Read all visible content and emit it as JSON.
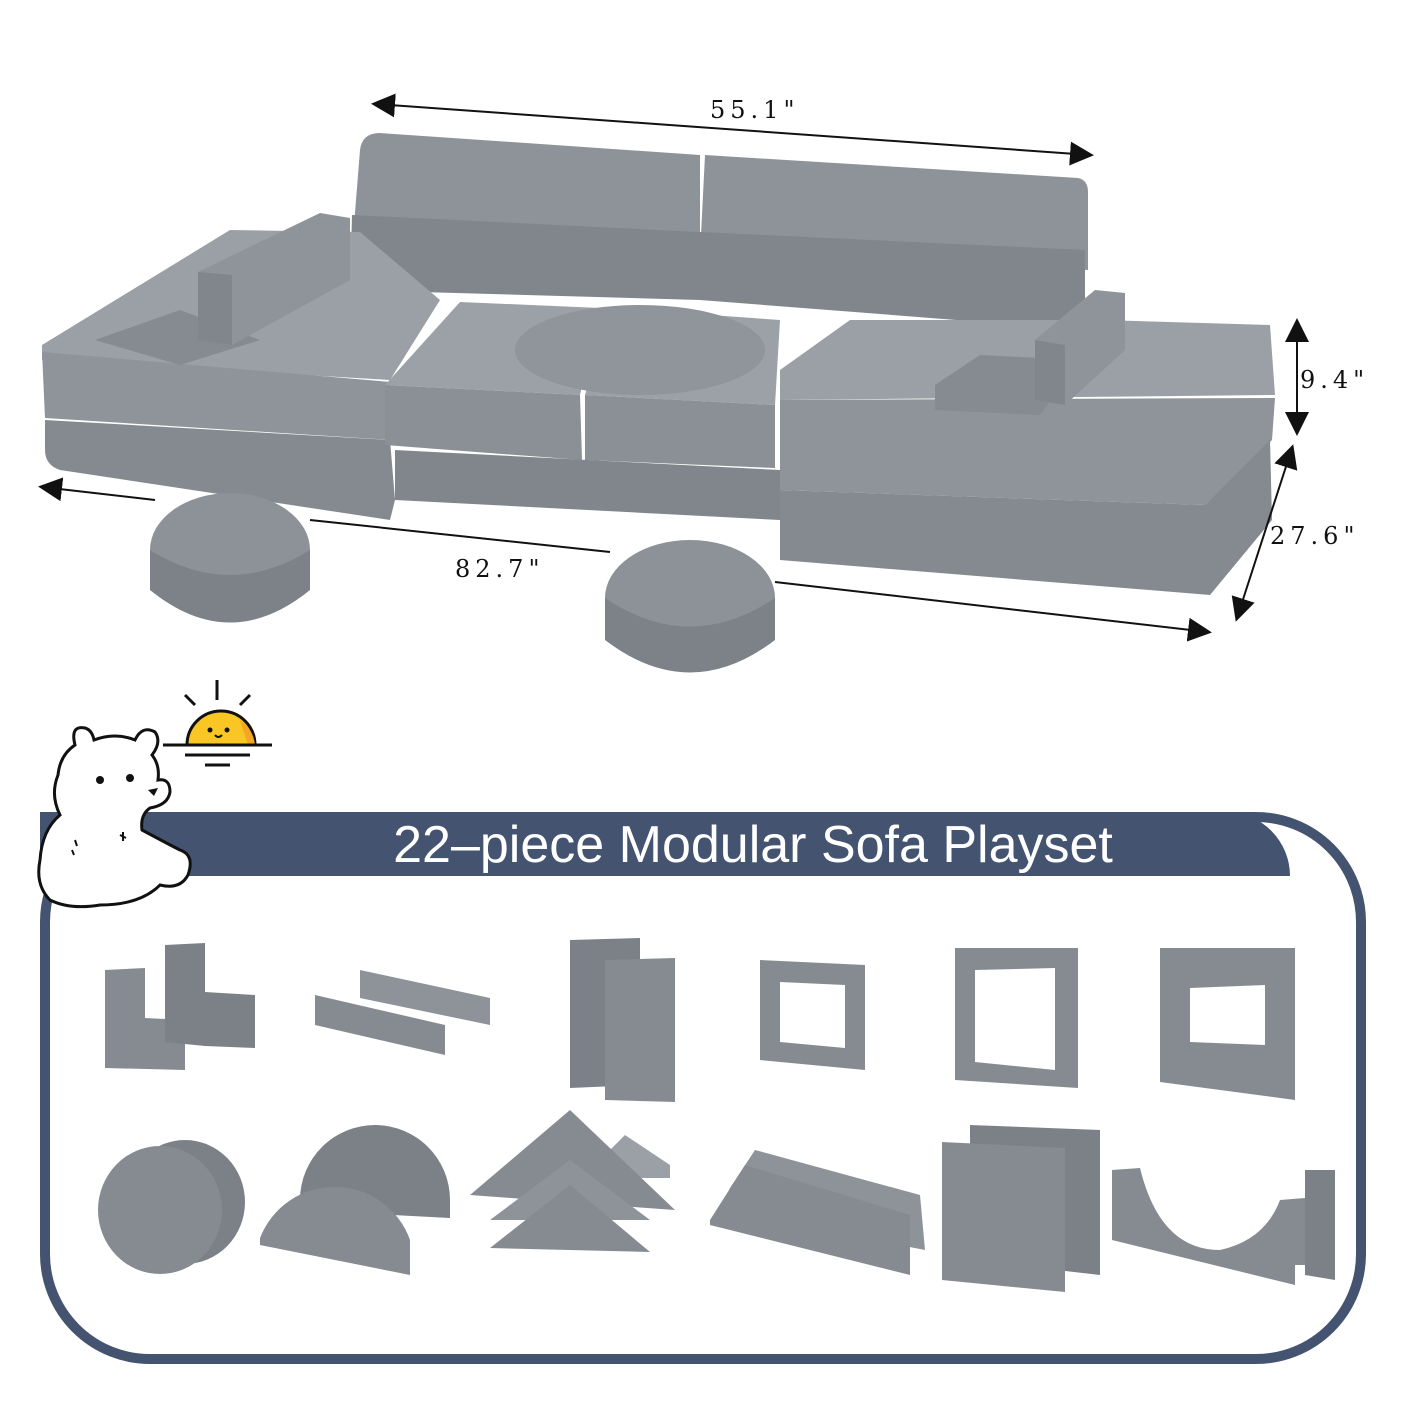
{
  "product": {
    "title": "22–piece Modular Sofa Playset",
    "piece_count": 22
  },
  "dimensions": {
    "back_width": "55.1\"",
    "total_length": "82.7\"",
    "height": "9.4\"",
    "depth": "27.6\""
  },
  "colors": {
    "sofa_gray": "#8a9096",
    "sofa_light": "#9ca2a8",
    "sofa_shadow": "#747a80",
    "banner_navy": "#44536f",
    "sun_yellow": "#f9c623",
    "sun_orange": "#f5a623",
    "line_black": "#111111"
  },
  "illustrations": {
    "bear": "bear-icon",
    "sun": "sunrise-icon"
  },
  "pieces": {
    "row1": [
      {
        "name": "l-blocks",
        "icon": "l-block-icon"
      },
      {
        "name": "long-bars",
        "icon": "bar-icon"
      },
      {
        "name": "tall-pillars",
        "icon": "pillar-icon"
      },
      {
        "name": "small-square-frame",
        "icon": "frame-icon"
      },
      {
        "name": "large-square-frame",
        "icon": "frame-icon"
      },
      {
        "name": "beveled-frame",
        "icon": "frame-icon"
      }
    ],
    "row2": [
      {
        "name": "round-discs",
        "icon": "disc-icon"
      },
      {
        "name": "half-moons",
        "icon": "half-moon-icon"
      },
      {
        "name": "triangles",
        "icon": "triangle-icon"
      },
      {
        "name": "wedge-ramps",
        "icon": "wedge-icon"
      },
      {
        "name": "square-cushions",
        "icon": "cushion-icon"
      },
      {
        "name": "arch-cradle",
        "icon": "arch-icon"
      }
    ]
  }
}
